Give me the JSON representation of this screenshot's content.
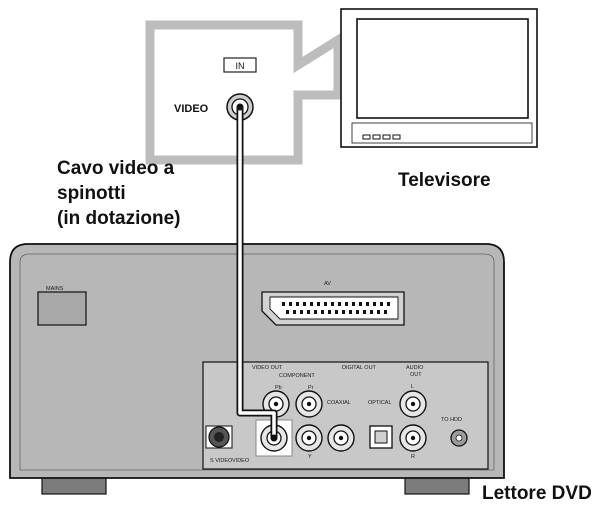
{
  "callout": {
    "in_label": "IN",
    "video_label": "VIDEO"
  },
  "labels": {
    "cable_line1": "Cavo video a",
    "cable_line2": "spinotti",
    "cable_line3": "(in dotazione)",
    "tv": "Televisore",
    "player": "Lettore DVD"
  },
  "player_panel": {
    "mains": "MAINS",
    "av": "AV",
    "video_out": "VIDEO OUT",
    "component": "COMPONENT",
    "digital_out": "DIGITAL OUT",
    "audio_out": "AUDIO",
    "audio_out2": "OUT",
    "coaxial": "COAXIAL",
    "optical": "OPTICAL",
    "s_video": "S VIDEO",
    "video": "VIDEO",
    "to_hdd": "TO HDD",
    "pb": "Pb",
    "pr": "Pr",
    "y": "Y",
    "l": "L",
    "r": "R"
  }
}
